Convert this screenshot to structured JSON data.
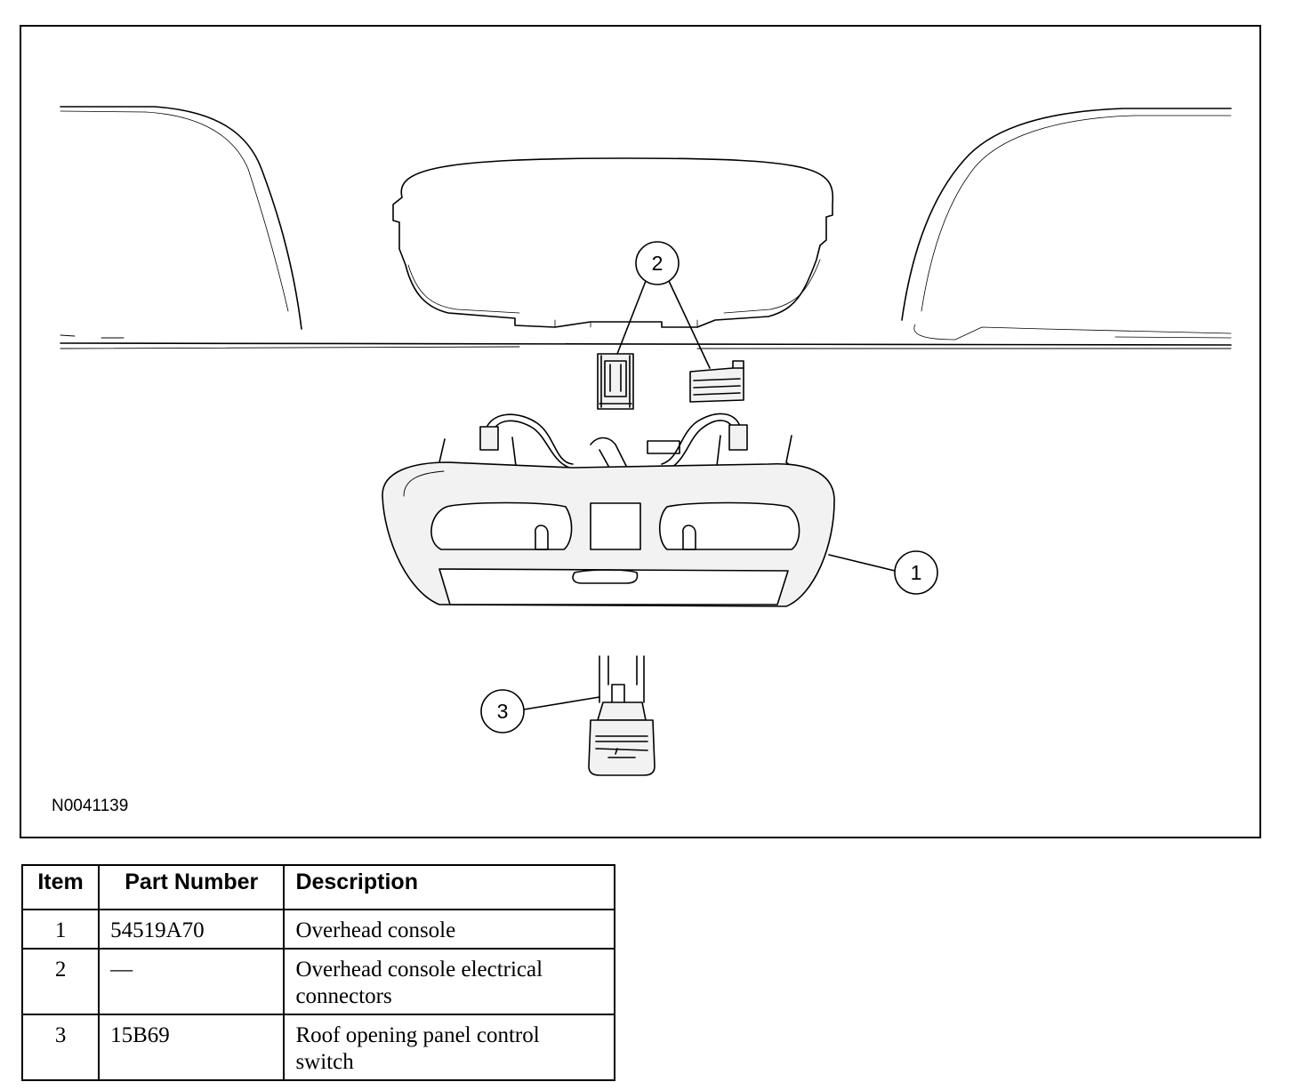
{
  "figure": {
    "code": "N0041139",
    "callouts": [
      "1",
      "2",
      "3"
    ]
  },
  "table": {
    "headers": {
      "item": "Item",
      "part_number": "Part Number",
      "description": "Description"
    },
    "rows": [
      {
        "item": "1",
        "part_number": "54519A70",
        "description": "Overhead console"
      },
      {
        "item": "2",
        "part_number": "—",
        "description": "Overhead console electrical connectors"
      },
      {
        "item": "3",
        "part_number": "15B69",
        "description": "Roof opening panel control switch"
      }
    ]
  },
  "colors": {
    "line": "#000000",
    "fill": "#f2f2f2",
    "background": "#ffffff"
  }
}
